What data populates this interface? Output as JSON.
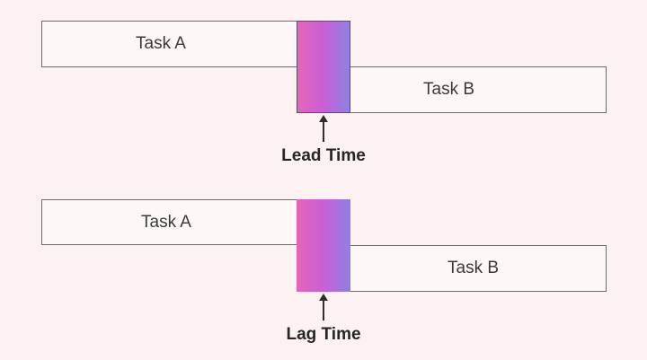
{
  "lead": {
    "task_a": "Task A",
    "task_b": "Task B",
    "label": "Lead Time"
  },
  "lag": {
    "task_a": "Task A",
    "task_b": "Task B",
    "label": "Lag Time"
  },
  "colors": {
    "background": "#fcf2f1",
    "gradient_start": "#e466b8",
    "gradient_end": "#8f7fe3"
  }
}
